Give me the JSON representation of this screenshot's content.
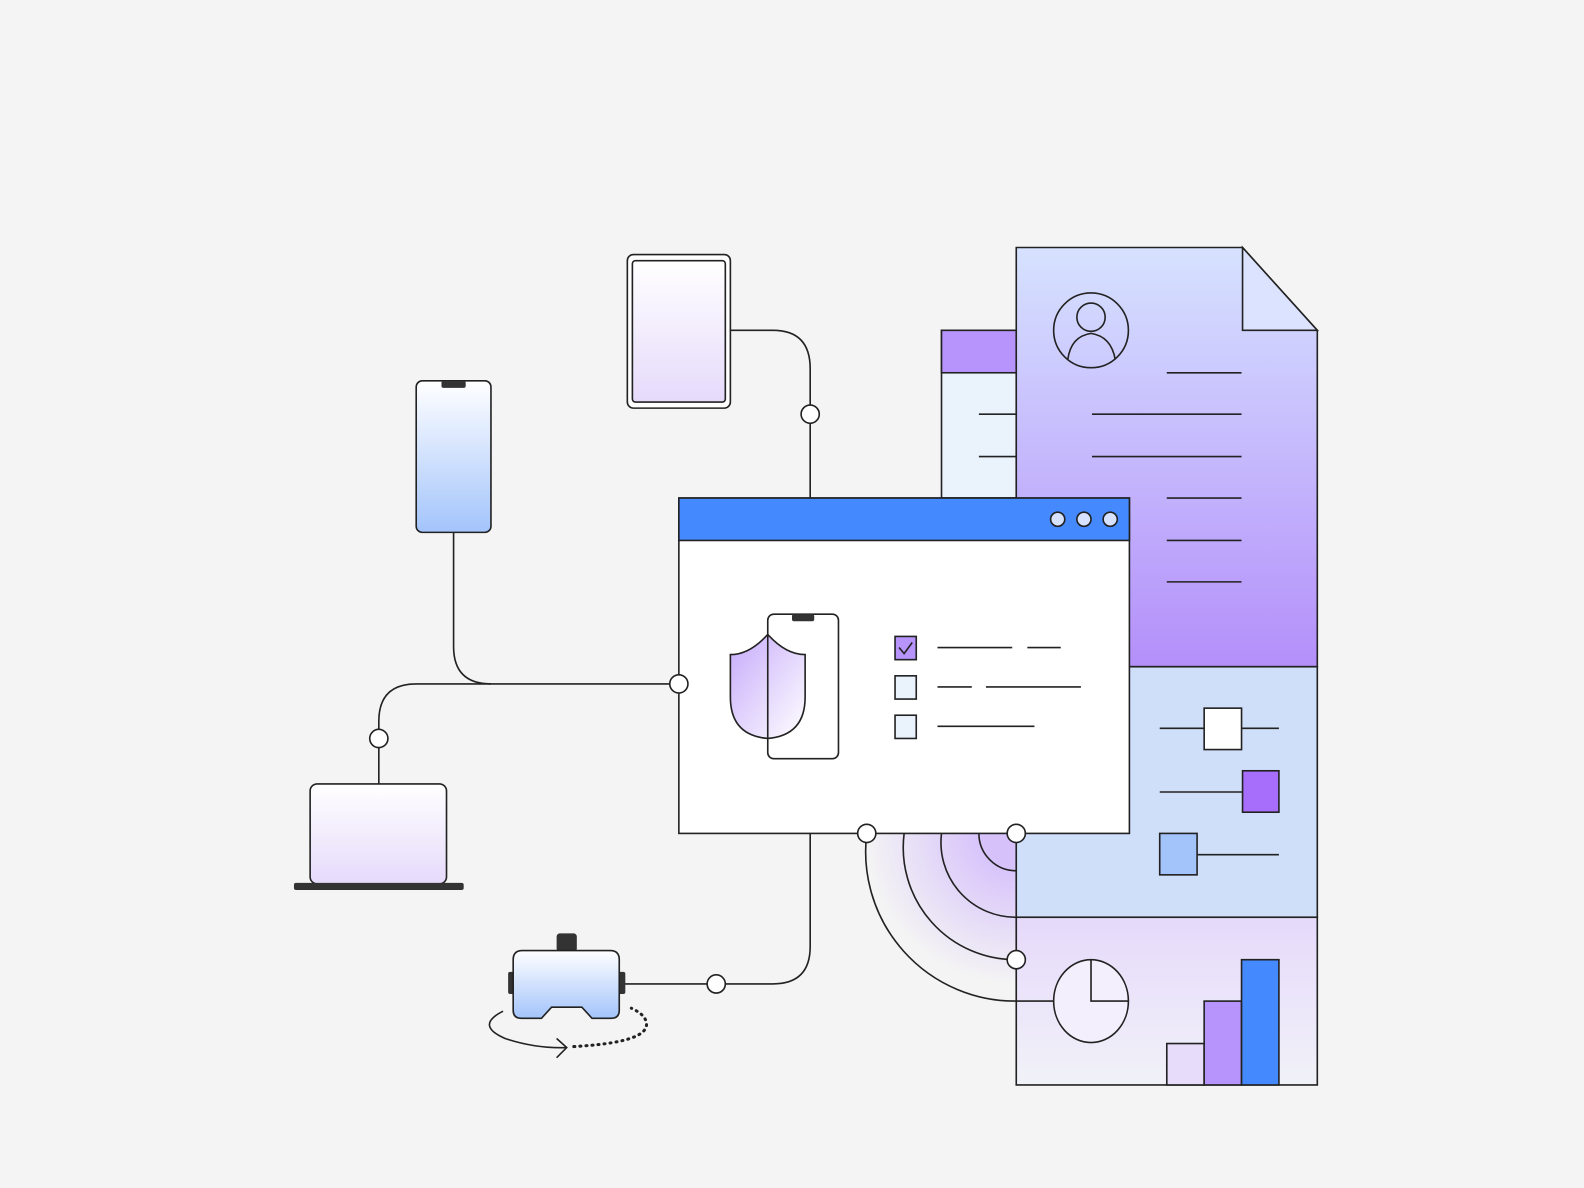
{
  "colors": {
    "background": "#f4f4f4",
    "accent_blue": "#4589ff",
    "accent_purple": "#a66efa",
    "light_purple": "#b794fb",
    "pale_purple": "#e8dcfb",
    "pale_blue": "#cfe0fb",
    "stroke": "#222222"
  },
  "window": {
    "controls": [
      "circle",
      "circle",
      "circle"
    ],
    "checklist": [
      {
        "checked": true
      },
      {
        "checked": false
      },
      {
        "checked": false
      }
    ]
  },
  "devices": [
    "tablet-icon",
    "phone-icon",
    "laptop-icon",
    "vr-headset-icon"
  ],
  "document": {
    "icon": "user-avatar-icon"
  },
  "bar_chart": {
    "values": [
      1,
      2,
      3
    ]
  },
  "sliders": [
    {
      "level": 0.5
    },
    {
      "level": 0.85
    },
    {
      "level": 0.15
    }
  ]
}
